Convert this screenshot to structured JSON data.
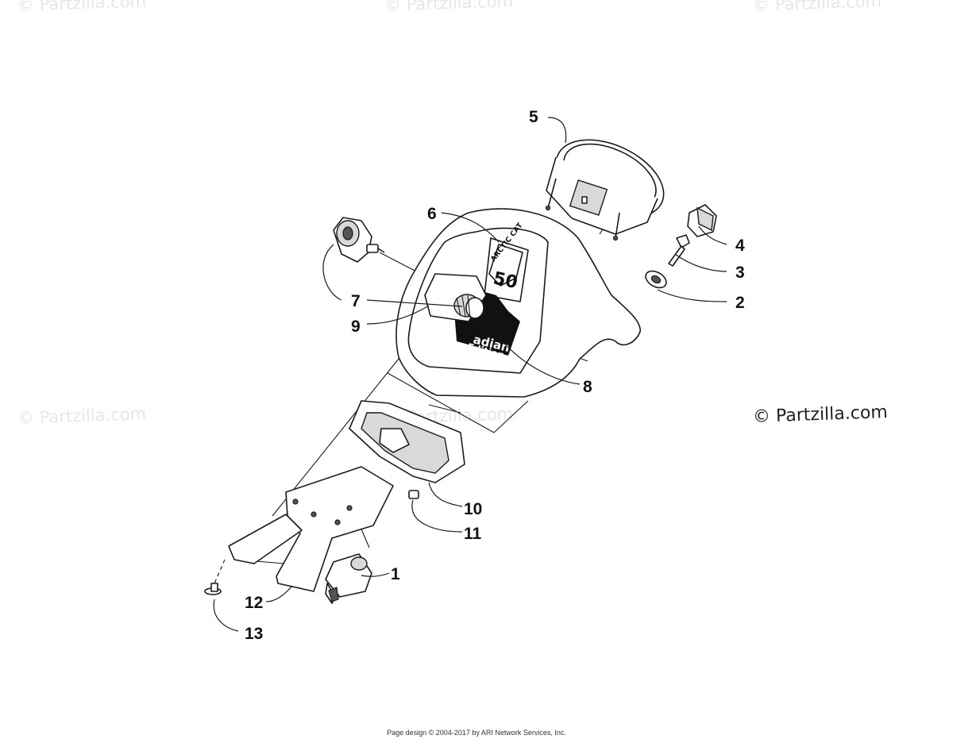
{
  "watermarks": {
    "top_left": "© Partzilla.com",
    "top_center": "© Partzilla.com",
    "top_right": "© Partzilla.com",
    "mid_left": "© Partzilla.com",
    "mid_center": "© Partzilla.com",
    "main": "© Partzilla.com"
  },
  "callouts": {
    "c1": "1",
    "c2": "2",
    "c3": "3",
    "c4": "4",
    "c5": "5",
    "c6": "6",
    "c7": "7",
    "c8": "8",
    "c9": "9",
    "c10": "10",
    "c11": "11",
    "c12": "12",
    "c13": "13"
  },
  "decal": {
    "brand": "ARCTIC CAT",
    "number": "50",
    "line1": "adian",
    "line2": "r Edition"
  },
  "footer": "Page design © 2004-2017 by ARI Network Services, Inc."
}
